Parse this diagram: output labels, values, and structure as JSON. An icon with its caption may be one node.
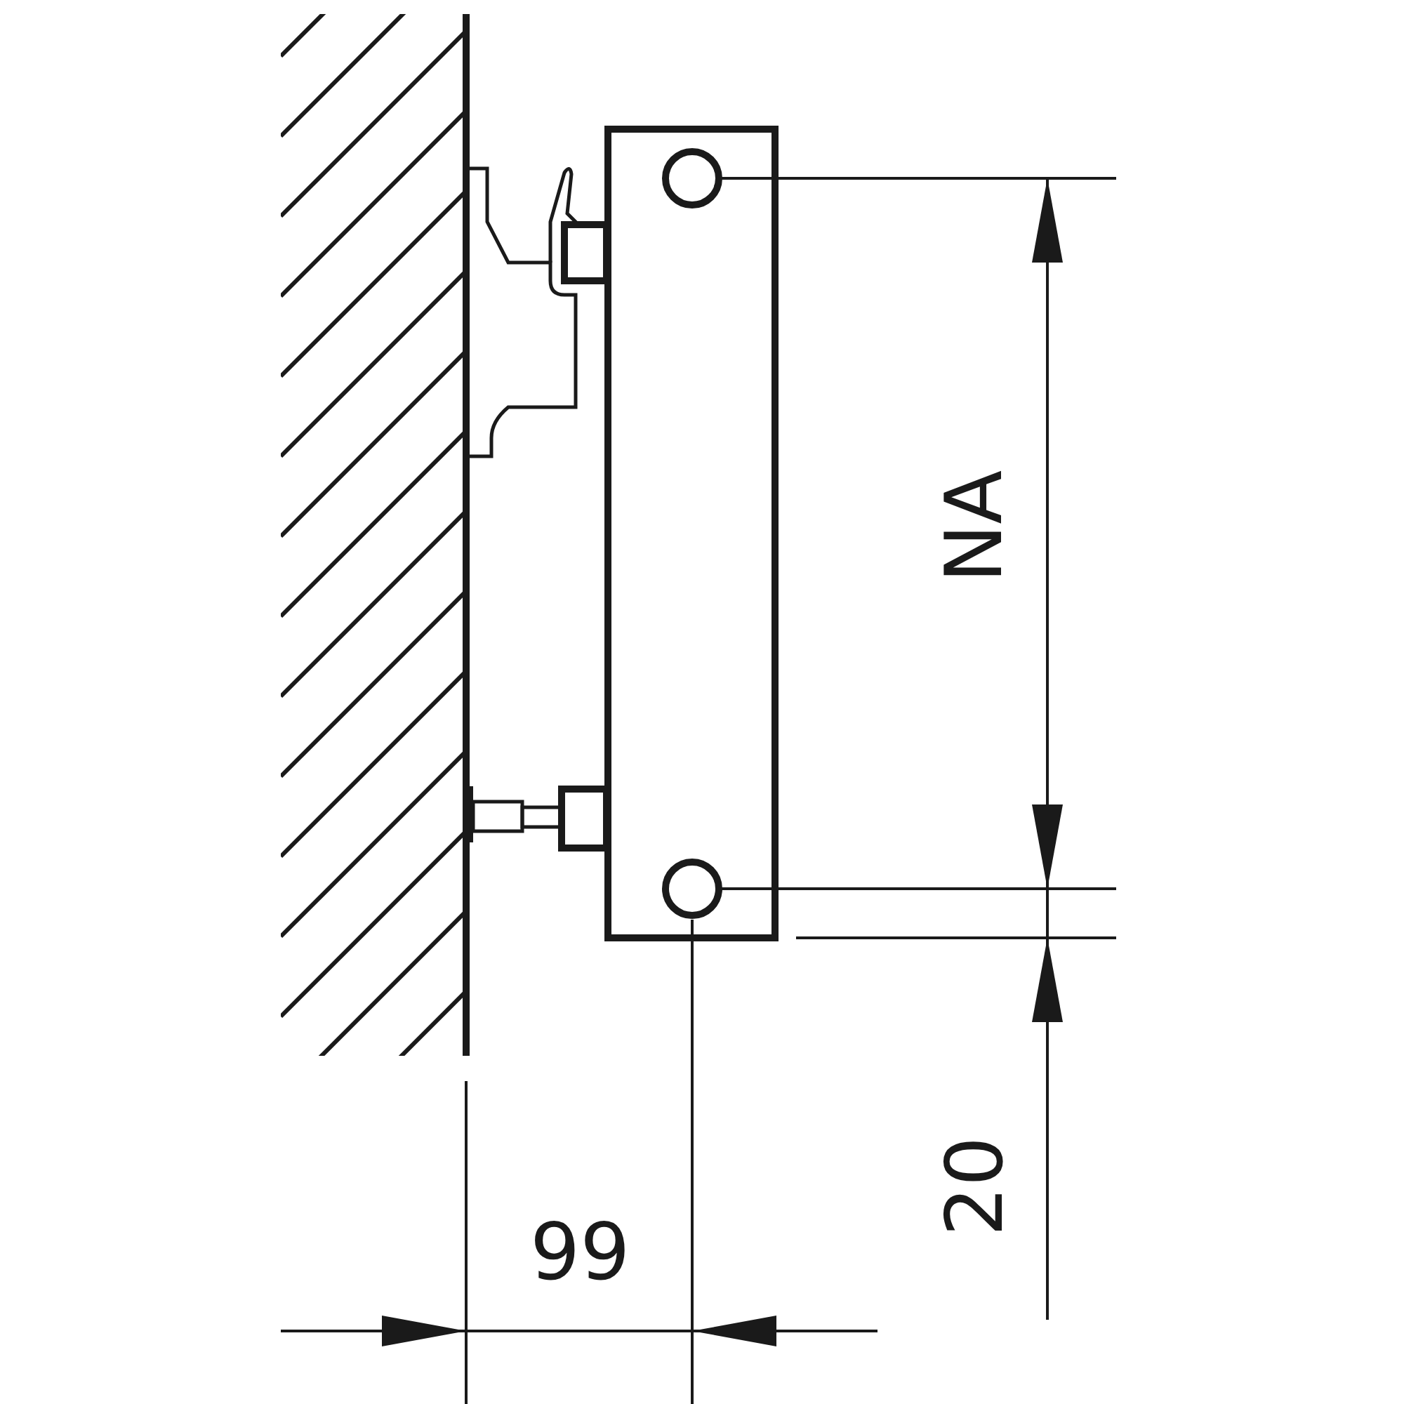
{
  "diagram": {
    "labels": [
      "NA",
      "20",
      "99"
    ]
  }
}
